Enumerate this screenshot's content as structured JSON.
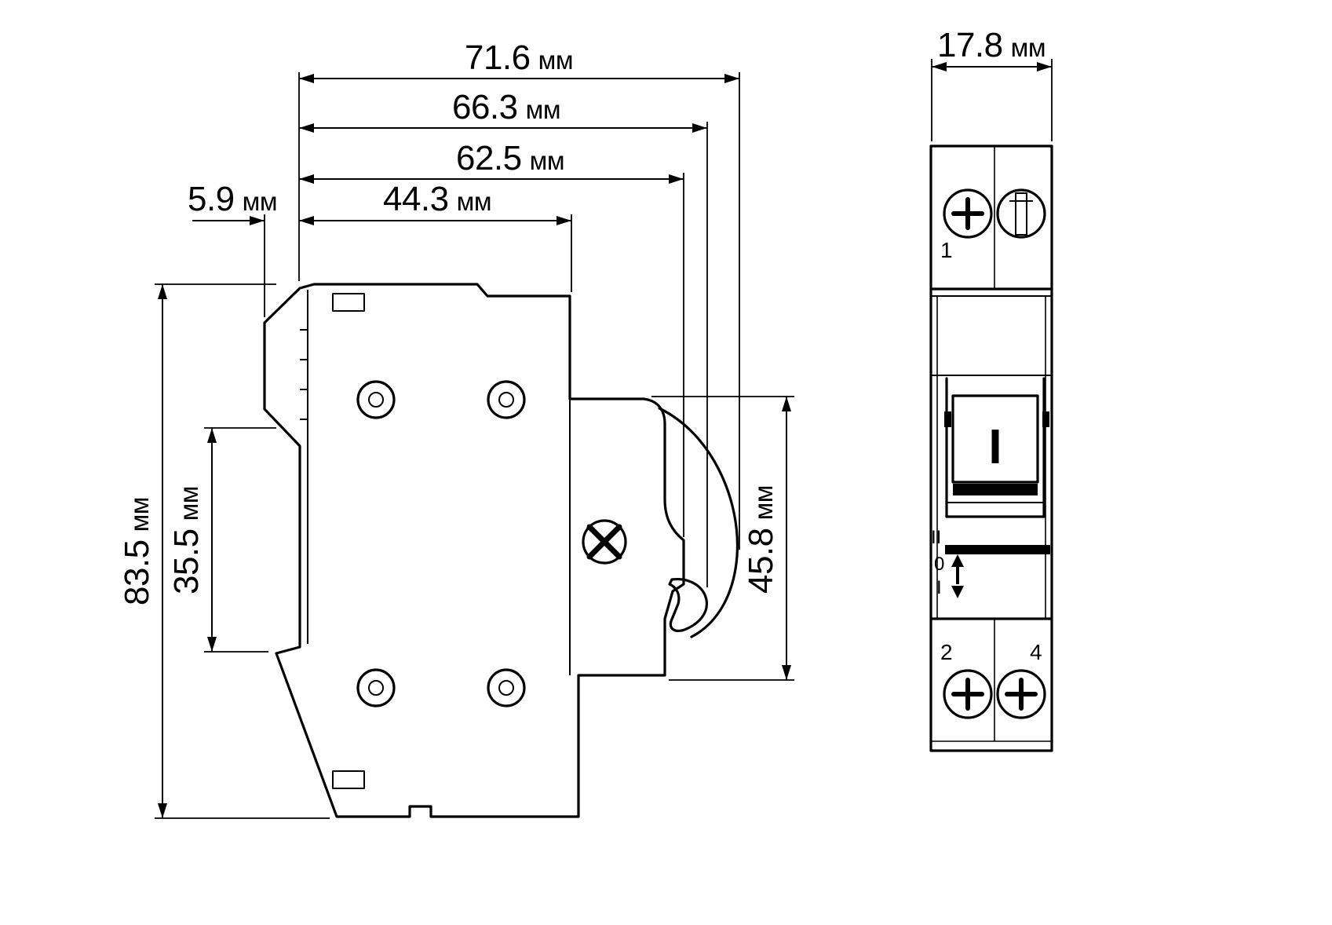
{
  "colors": {
    "ink": "#000000",
    "background": "#ffffff"
  },
  "side_view": {
    "dims": {
      "d71_6": {
        "value": "71.6",
        "unit": "мм"
      },
      "d66_3": {
        "value": "66.3",
        "unit": "мм"
      },
      "d62_5": {
        "value": "62.5",
        "unit": "мм"
      },
      "d44_3": {
        "value": "44.3",
        "unit": "мм"
      },
      "d5_9": {
        "value": "5.9",
        "unit": "мм"
      },
      "d83_5": {
        "value": "83.5",
        "unit": "мм"
      },
      "d35_5": {
        "value": "35.5",
        "unit": "мм"
      },
      "d45_8": {
        "value": "45.8",
        "unit": "мм"
      }
    }
  },
  "front_view": {
    "dims": {
      "d17_8": {
        "value": "17.8",
        "unit": "мм"
      }
    },
    "terminals": {
      "top_left": "1",
      "bottom_left": "2",
      "bottom_right": "4"
    },
    "positions": {
      "top": "II",
      "middle": "0",
      "bottom": "I"
    },
    "toggle_label": "I"
  }
}
